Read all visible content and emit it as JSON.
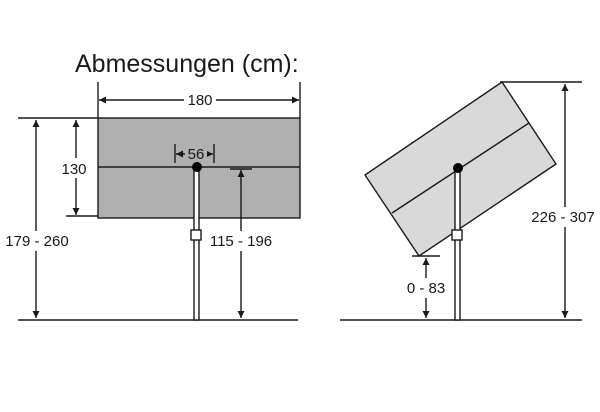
{
  "title": "Abmessungen (cm):",
  "dimensions": {
    "width": "180",
    "height": "130",
    "pole_offset": "56",
    "total_height": "179 - 260",
    "pole_height": "115 - 196",
    "tilted_height": "226 - 307",
    "tilt_clearance": "0 - 83"
  },
  "colors": {
    "panel_front": "#b0b0b0",
    "panel_tilted": "#d9d9d9",
    "lines": "#1a1a1a"
  }
}
